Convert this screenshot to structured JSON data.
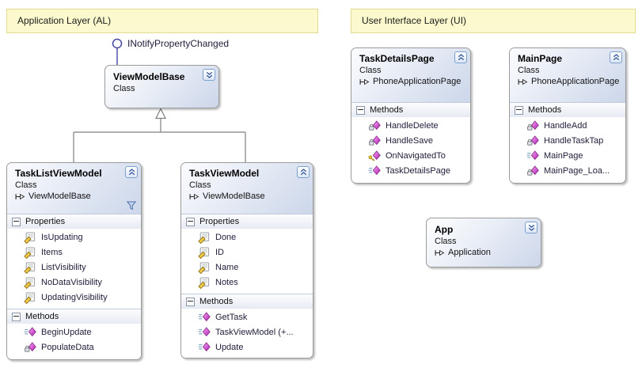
{
  "layers": {
    "al": {
      "label": "Application Layer (AL)"
    },
    "ui": {
      "label": "User Interface Layer (UI)"
    }
  },
  "lollipop": {
    "label": "INotifyPropertyChanged",
    "icon": "interface-lollipop-icon"
  },
  "section_labels": {
    "properties": "Properties",
    "methods": "Methods"
  },
  "icons": {
    "property": "property-icon",
    "method_public": "method-public-icon",
    "method_private": "method-private-icon (lock badge)",
    "method_protected": "method-protected-icon (key badge)",
    "collapse": "chevron-double-up-icon",
    "expand": "chevron-double-down-icon",
    "filter": "filter-funnel-icon",
    "inherits": "inherits-arrow-icon",
    "section_expander": "minus-expander-icon"
  },
  "colors": {
    "layer_header_bg": "#fbf9cd",
    "layer_header_border": "#e1da8f",
    "box_border": "#9b9b9b",
    "box_header_gradient_end": "#ccd7ea",
    "method_diamond": "#c families",
    "diamond_magenta": "#c040c0",
    "property_yellow": "#f2cc4a",
    "chevron_blue": "#3a5a9b",
    "connector_grey": "#7f7f7f",
    "lollipop_blue": "#4747a1"
  },
  "classes": {
    "viewModelBase": {
      "name": "ViewModelBase",
      "kind": "Class",
      "state": "collapsed"
    },
    "taskListViewModel": {
      "name": "TaskListViewModel",
      "kind": "Class",
      "inherits": "ViewModelBase",
      "properties": [
        {
          "label": "IsUpdating",
          "icon": "property-icon"
        },
        {
          "label": "Items",
          "icon": "property-icon"
        },
        {
          "label": "ListVisibility",
          "icon": "property-icon"
        },
        {
          "label": "NoDataVisibility",
          "icon": "property-icon"
        },
        {
          "label": "UpdatingVisibility",
          "icon": "property-icon"
        }
      ],
      "methods": [
        {
          "label": "BeginUpdate",
          "icon": "method-public-icon"
        },
        {
          "label": "PopulateData",
          "icon": "method-private-icon"
        }
      ]
    },
    "taskViewModel": {
      "name": "TaskViewModel",
      "kind": "Class",
      "inherits": "ViewModelBase",
      "properties": [
        {
          "label": "Done",
          "icon": "property-icon"
        },
        {
          "label": "ID",
          "icon": "property-icon"
        },
        {
          "label": "Name",
          "icon": "property-icon"
        },
        {
          "label": "Notes",
          "icon": "property-icon"
        }
      ],
      "methods": [
        {
          "label": "GetTask",
          "icon": "method-public-icon"
        },
        {
          "label": "TaskViewModel (+...",
          "icon": "method-public-icon"
        },
        {
          "label": "Update",
          "icon": "method-public-icon"
        }
      ]
    },
    "taskDetailsPage": {
      "name": "TaskDetailsPage",
      "kind": "Class",
      "inherits": "PhoneApplicationPage",
      "methods": [
        {
          "label": "HandleDelete",
          "icon": "method-private-icon"
        },
        {
          "label": "HandleSave",
          "icon": "method-private-icon"
        },
        {
          "label": "OnNavigatedTo",
          "icon": "method-protected-icon"
        },
        {
          "label": "TaskDetailsPage",
          "icon": "method-public-icon"
        }
      ]
    },
    "mainPage": {
      "name": "MainPage",
      "kind": "Class",
      "inherits": "PhoneApplicationPage",
      "methods": [
        {
          "label": "HandleAdd",
          "icon": "method-private-icon"
        },
        {
          "label": "HandleTaskTap",
          "icon": "method-private-icon"
        },
        {
          "label": "MainPage",
          "icon": "method-public-icon"
        },
        {
          "label": "MainPage_Loa...",
          "icon": "method-private-icon"
        }
      ]
    },
    "app": {
      "name": "App",
      "kind": "Class",
      "inherits": "Application",
      "state": "collapsed"
    }
  }
}
